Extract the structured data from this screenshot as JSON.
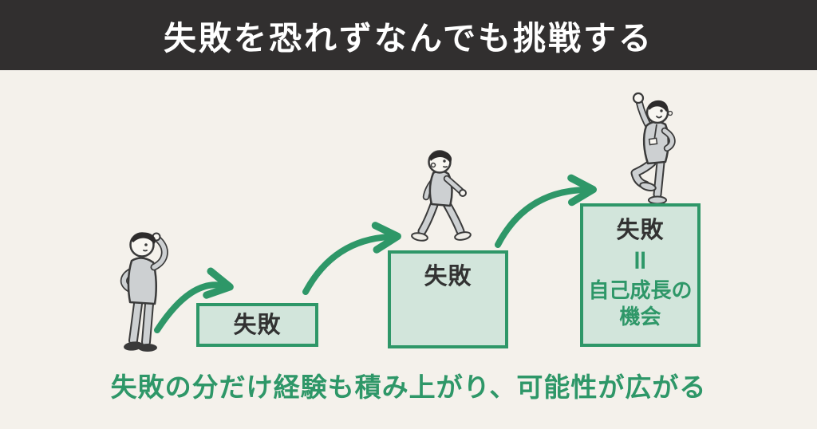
{
  "header": {
    "title": "失敗を恐れずなんでも挑戦する"
  },
  "diagram": {
    "steps": [
      {
        "label": "失敗"
      },
      {
        "label": "失敗"
      },
      {
        "label": "失敗",
        "equals": "=",
        "sublabel": [
          "自己成長の",
          "機会"
        ]
      }
    ],
    "figures": [
      {
        "icon": "confused-person-illustration"
      },
      {
        "icon": "walking-person-illustration"
      },
      {
        "icon": "celebrating-person-illustration"
      }
    ],
    "arrow_icon": "curved-arrow-icon"
  },
  "caption": "失敗の分だけ経験も積み上がり、可能性が広がる",
  "colors": {
    "accent_green": "#2e9768",
    "box_fill": "#d2e5db",
    "background": "#f4f1eb",
    "banner_bg": "#312f2f",
    "banner_text": "#ffffff",
    "dark_text": "#323232"
  }
}
